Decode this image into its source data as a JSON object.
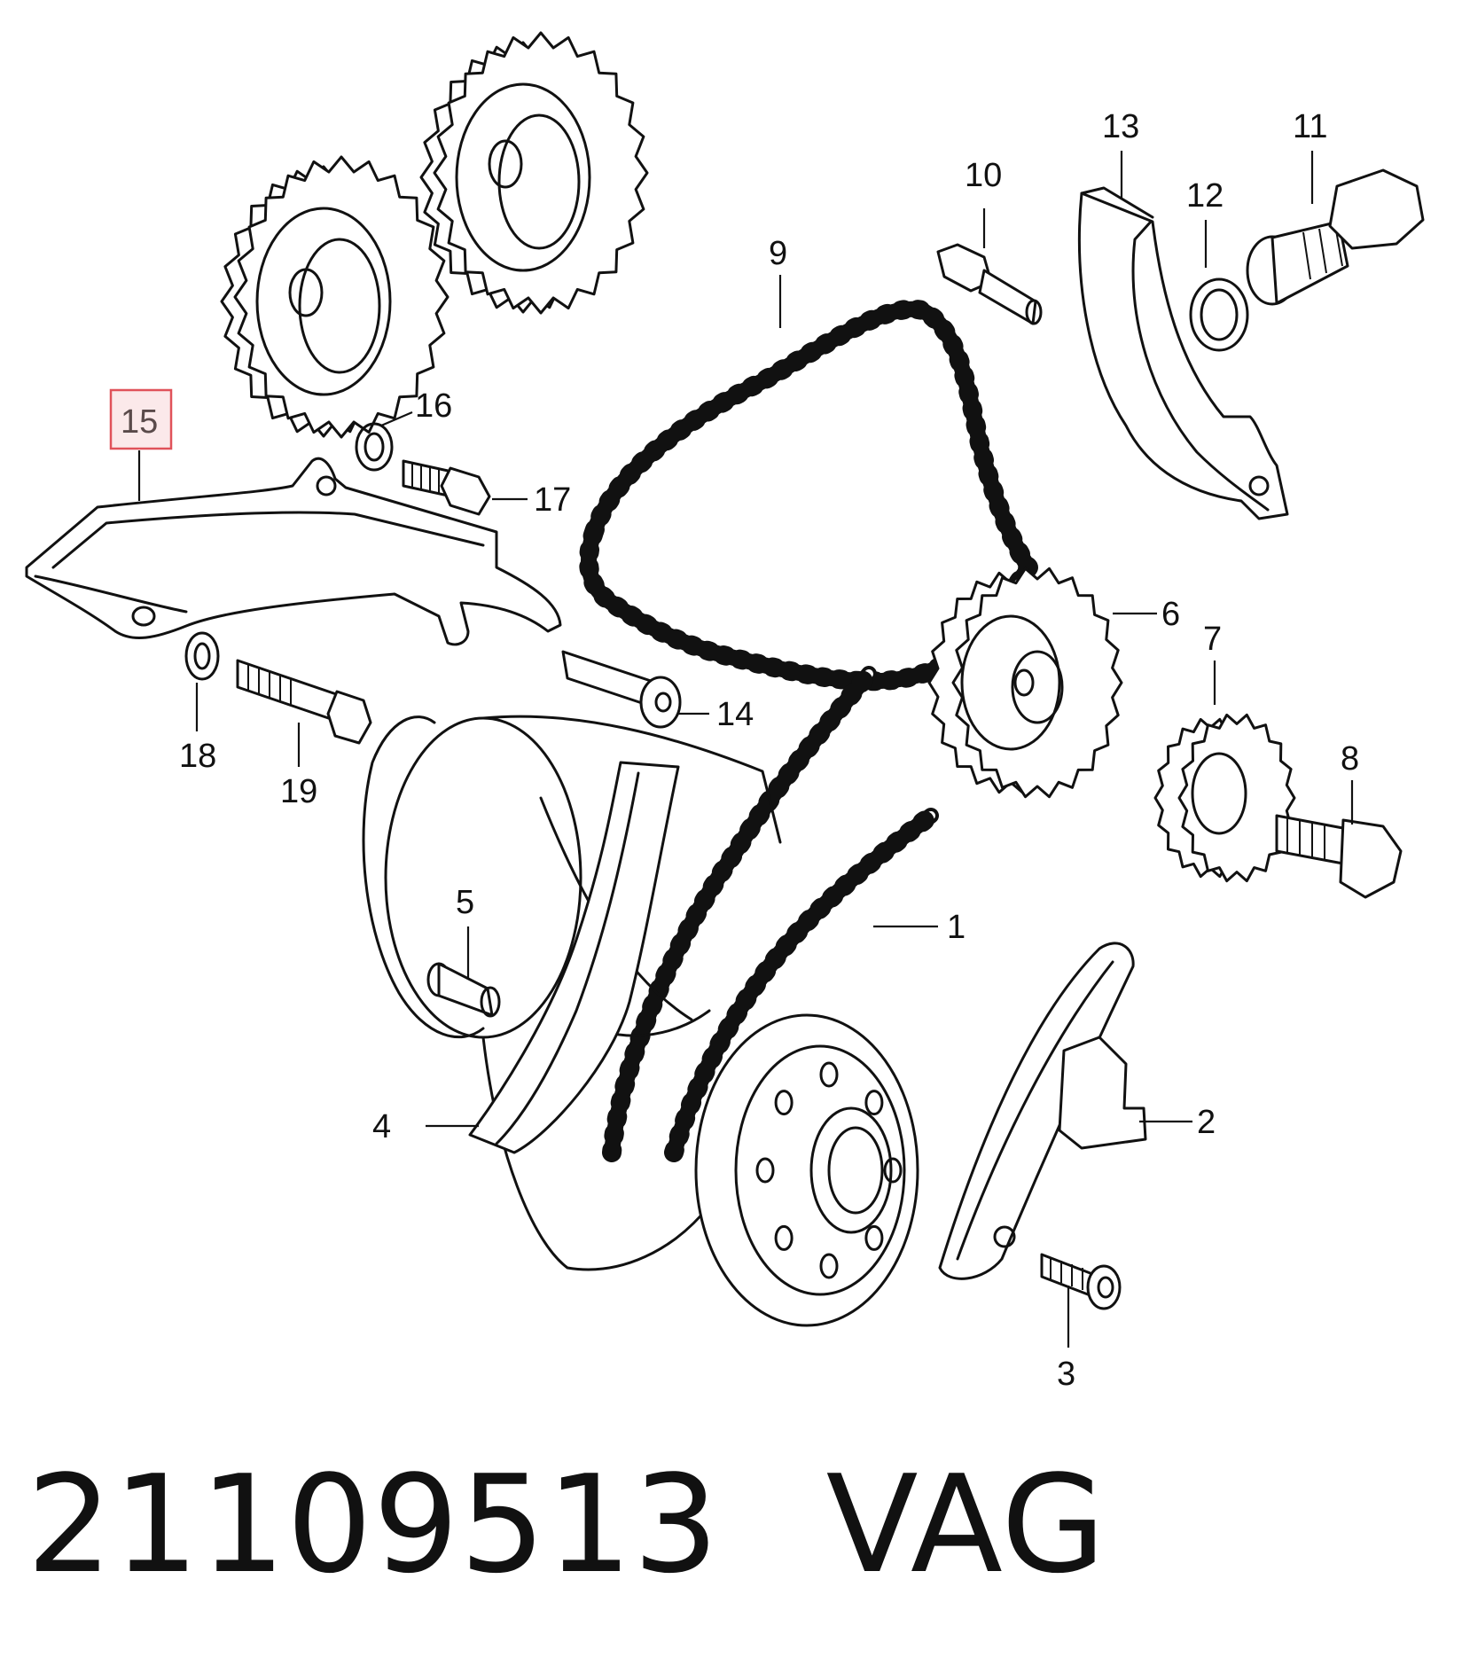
{
  "callouts": [
    "1",
    "2",
    "3",
    "4",
    "5",
    "6",
    "7",
    "8",
    "9",
    "10",
    "11",
    "12",
    "13",
    "14",
    "15",
    "16",
    "17",
    "18",
    "19"
  ],
  "highlighted_callout": "15",
  "caption": {
    "part_number": "21109513",
    "brand": "VAG"
  },
  "colors": {
    "line": "#111111",
    "highlight_border": "#e0525a",
    "highlight_fill": "#fbe9ea"
  }
}
